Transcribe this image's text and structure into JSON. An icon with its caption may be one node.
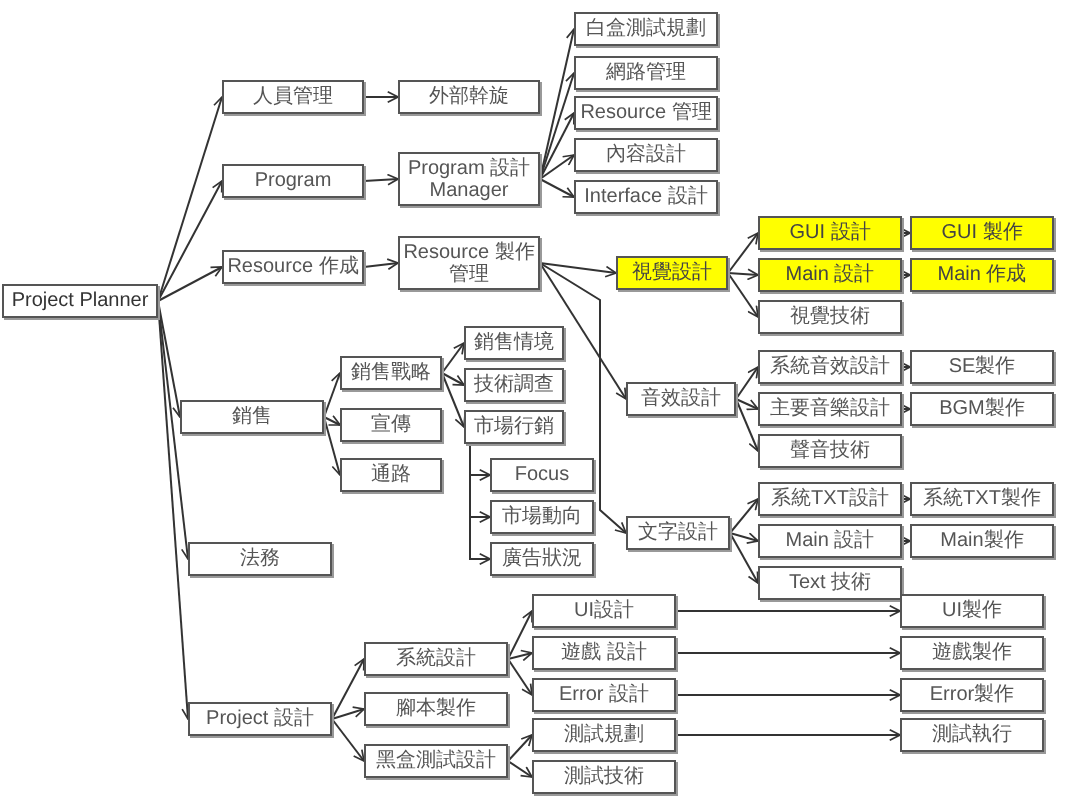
{
  "diagram": {
    "nodes": [
      {
        "text": [
          "Project Planner"
        ]
      },
      {
        "text": [
          "人員管理"
        ]
      },
      {
        "text": [
          "外部幹旋"
        ]
      },
      {
        "text": [
          "Program"
        ]
      },
      {
        "text": [
          "Program 設計 Manager"
        ]
      },
      {
        "text": [
          "白盒測試規劃"
        ]
      },
      {
        "text": [
          "網路管理"
        ]
      },
      {
        "text": [
          "Resource 管理"
        ]
      },
      {
        "text": [
          "內容設計"
        ]
      },
      {
        "text": [
          "Interface 設計"
        ]
      },
      {
        "text": [
          "Resource 作成"
        ]
      },
      {
        "text": [
          "Resource 製作管理"
        ]
      },
      {
        "text": [
          "視覺設計"
        ]
      },
      {
        "text": [
          "GUI 設計"
        ]
      },
      {
        "text": [
          "GUI 製作"
        ]
      },
      {
        "text": [
          "Main 設計"
        ]
      },
      {
        "text": [
          "Main 作成"
        ]
      },
      {
        "text": [
          "視覺技術"
        ]
      },
      {
        "text": [
          "音效設計"
        ]
      },
      {
        "text": [
          "系統音效設計"
        ]
      },
      {
        "text": [
          "SE製作"
        ]
      },
      {
        "text": [
          "主要音樂設計"
        ]
      },
      {
        "text": [
          "BGM製作"
        ]
      },
      {
        "text": [
          "聲音技術"
        ]
      },
      {
        "text": [
          "文字設計"
        ]
      },
      {
        "text": [
          "系統TXT設計"
        ]
      },
      {
        "text": [
          "系統TXT製作"
        ]
      },
      {
        "text": [
          "Main 設計"
        ]
      },
      {
        "text": [
          "Main製作"
        ]
      },
      {
        "text": [
          "Text 技術"
        ]
      },
      {
        "text": [
          "銷售"
        ]
      },
      {
        "text": [
          "銷售戰略"
        ]
      },
      {
        "text": [
          "銷售情境"
        ]
      },
      {
        "text": [
          "技術調查"
        ]
      },
      {
        "text": [
          "市場行銷"
        ]
      },
      {
        "text": [
          "宣傳"
        ]
      },
      {
        "text": [
          "通路"
        ]
      },
      {
        "text": [
          "Focus"
        ]
      },
      {
        "text": [
          "市場動向"
        ]
      },
      {
        "text": [
          "廣告狀況"
        ]
      },
      {
        "text": [
          "法務"
        ]
      },
      {
        "text": [
          "Project 設計"
        ]
      },
      {
        "text": [
          "系統設計"
        ]
      },
      {
        "text": [
          "腳本製作"
        ]
      },
      {
        "text": [
          "黑盒測試設計"
        ]
      },
      {
        "text": [
          "UI設計"
        ]
      },
      {
        "text": [
          "遊戲 設計"
        ]
      },
      {
        "text": [
          "Error 設計"
        ]
      },
      {
        "text": [
          "測試規劃"
        ]
      },
      {
        "text": [
          "測試技術"
        ]
      },
      {
        "text": [
          "UI製作"
        ]
      },
      {
        "text": [
          "遊戲製作"
        ]
      },
      {
        "text": [
          "Error製作"
        ]
      },
      {
        "text": [
          "測試執行"
        ]
      }
    ],
    "edges": [
      {
        "from": 0,
        "to": 1,
        "arrow": "to"
      },
      {
        "from": 0,
        "to": 3,
        "arrow": "to"
      },
      {
        "from": 0,
        "to": 10,
        "arrow": "to"
      },
      {
        "from": 0,
        "to": 30,
        "arrow": "to"
      },
      {
        "from": 0,
        "to": 40,
        "arrow": "to"
      },
      {
        "from": 0,
        "to": 41,
        "arrow": "to"
      },
      {
        "from": 1,
        "to": 2,
        "arrow": "to"
      },
      {
        "from": 3,
        "to": 4,
        "arrow": "to"
      },
      {
        "from": 4,
        "to": 5,
        "arrow": "to"
      },
      {
        "from": 4,
        "to": 6,
        "arrow": "to"
      },
      {
        "from": 4,
        "to": 7,
        "arrow": "to"
      },
      {
        "from": 4,
        "to": 8,
        "arrow": "to"
      },
      {
        "from": 4,
        "to": 9,
        "arrow": "to"
      },
      {
        "from": 10,
        "to": 11,
        "arrow": "to"
      },
      {
        "from": 11,
        "to": 12,
        "arrow": "to"
      },
      {
        "from": 11,
        "to": 18,
        "arrow": "to"
      },
      {
        "from": 11,
        "to": 24,
        "arrow": "to"
      },
      {
        "from": 12,
        "to": 13,
        "arrow": "to"
      },
      {
        "from": 12,
        "to": 15,
        "arrow": "to"
      },
      {
        "from": 12,
        "to": 17,
        "arrow": "to"
      },
      {
        "from": 13,
        "to": 14,
        "arrow": "to"
      },
      {
        "from": 15,
        "to": 16,
        "arrow": "to"
      },
      {
        "from": 18,
        "to": 19,
        "arrow": "to"
      },
      {
        "from": 18,
        "to": 21,
        "arrow": "to"
      },
      {
        "from": 18,
        "to": 23,
        "arrow": "to"
      },
      {
        "from": 19,
        "to": 20,
        "arrow": "to"
      },
      {
        "from": 21,
        "to": 22,
        "arrow": "to"
      },
      {
        "from": 24,
        "to": 25,
        "arrow": "to"
      },
      {
        "from": 24,
        "to": 27,
        "arrow": "to"
      },
      {
        "from": 24,
        "to": 29,
        "arrow": "to"
      },
      {
        "from": 25,
        "to": 26,
        "arrow": "to"
      },
      {
        "from": 27,
        "to": 28,
        "arrow": "to"
      },
      {
        "from": 30,
        "to": 31,
        "arrow": "to"
      },
      {
        "from": 30,
        "to": 35,
        "arrow": "to"
      },
      {
        "from": 30,
        "to": 36,
        "arrow": "to"
      },
      {
        "from": 31,
        "to": 32,
        "arrow": "to"
      },
      {
        "from": 31,
        "to": 33,
        "arrow": "to"
      },
      {
        "from": 31,
        "to": 34,
        "arrow": "to"
      },
      {
        "from": 34,
        "to": 37,
        "arrow": "to"
      },
      {
        "from": 34,
        "to": 38,
        "arrow": "to"
      },
      {
        "from": 34,
        "to": 39,
        "arrow": "to"
      },
      {
        "from": 41,
        "to": 42,
        "arrow": "to"
      },
      {
        "from": 41,
        "to": 43,
        "arrow": "to"
      },
      {
        "from": 41,
        "to": 44,
        "arrow": "to"
      },
      {
        "from": 42,
        "to": 45,
        "arrow": "to"
      },
      {
        "from": 42,
        "to": 46,
        "arrow": "to"
      },
      {
        "from": 42,
        "to": 47,
        "arrow": "to"
      },
      {
        "from": 44,
        "to": 48,
        "arrow": "to"
      },
      {
        "from": 44,
        "to": 49,
        "arrow": "to"
      },
      {
        "from": 45,
        "to": 50,
        "arrow": "to"
      },
      {
        "from": 46,
        "to": 51,
        "arrow": "to"
      },
      {
        "from": 47,
        "to": 52,
        "arrow": "to"
      },
      {
        "from": 48,
        "to": 53,
        "arrow": "to"
      }
    ]
  }
}
